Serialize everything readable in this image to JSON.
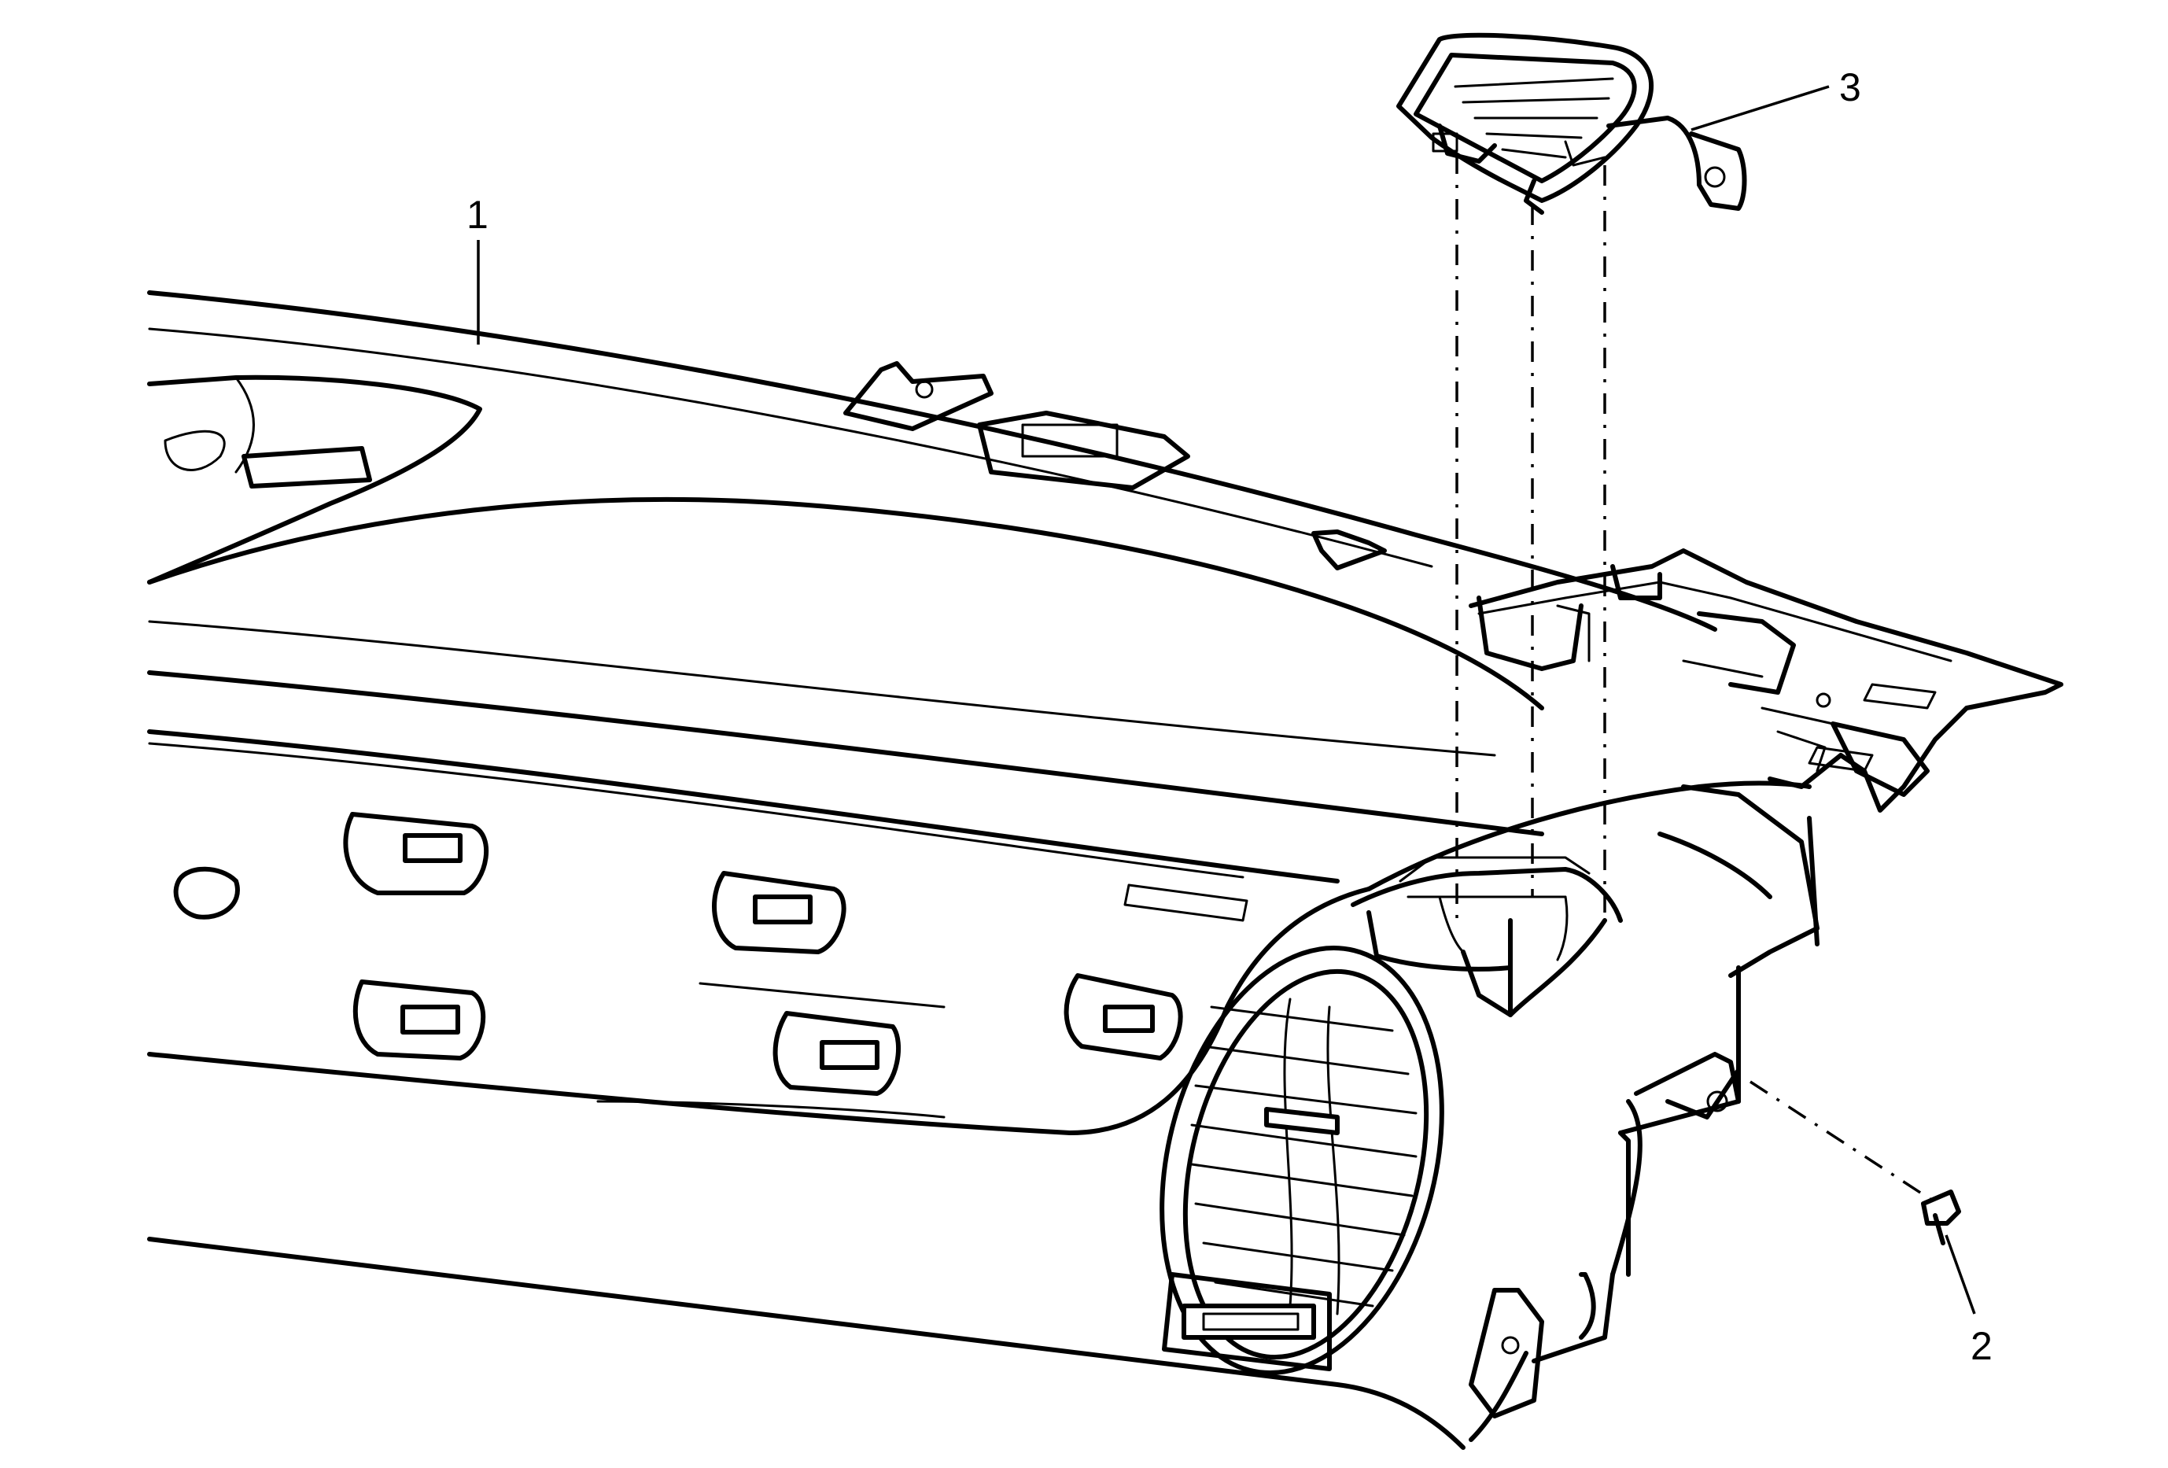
{
  "callouts": [
    {
      "id": "1",
      "label": "1"
    },
    {
      "id": "2",
      "label": "2"
    },
    {
      "id": "3",
      "label": "3"
    }
  ],
  "colors": {
    "stroke": "#000000",
    "background": "#ffffff"
  }
}
